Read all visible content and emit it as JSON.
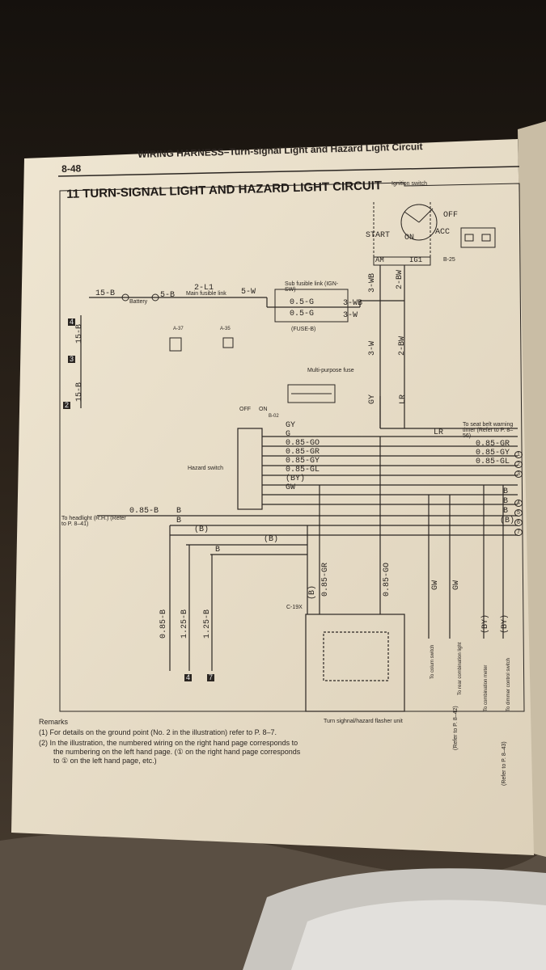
{
  "header": {
    "page_number": "8-48",
    "running_title": "WIRING HARNESS–Turn-signal Light and Hazard Light Circuit",
    "diagram_title": "11 TURN-SIGNAL LIGHT AND HAZARD LIGHT CIRCUIT"
  },
  "components": {
    "ignition_switch": "Ignition switch",
    "ign_off": "OFF",
    "ign_acc": "ACC",
    "ign_start": "START",
    "ign_on": "ON",
    "ign_am": "AM",
    "ign_ig1": "IG1",
    "connector_b25": "B-25",
    "battery": "Battery",
    "main_fusible_link": "Main fusible link",
    "sub_fusible_link": "Sub fusible link (IGN-SW)",
    "fuse_b": "(FUSE-B)",
    "multi_purpose_fuse": "Multi-purpose fuse",
    "connector_a37": "A-37",
    "connector_a35": "A-35",
    "connector_b02": "B-02",
    "hazard_switch": "Hazard switch",
    "hazard_off": "OFF",
    "hazard_on": "ON",
    "connector_c19x": "C-19X",
    "flasher_unit": "Turn sighnal/hazard flasher unit"
  },
  "wires": {
    "w_15b_a": "15-B",
    "w_15b_b": "15-B",
    "w_15b_c": "15-B",
    "w_5b": "5-B",
    "w_2l1": "2-L1",
    "w_5w": "5-W",
    "w_05g_1": "0.5-G",
    "w_05g_2": "0.5-G",
    "w_3wb_h": "3-WB",
    "w_3w_h": "3-W",
    "w_3wb_v": "3-WB",
    "w_2bw_v1": "2-BW",
    "w_2bw_v2": "2-BW",
    "w_3w_v": "3-W",
    "w_gy_v": "GY",
    "w_lr_v": "LR",
    "w_lr_h": "LR",
    "w_gy_sw": "GY",
    "w_g_sw": "G",
    "w_085go": "0.85-GO",
    "w_085gr": "0.85-GR",
    "w_085gy": "0.85-GY",
    "w_085gl": "0.85-GL",
    "w_by_sw": "(BY)",
    "w_gw_sw": "GW",
    "w_085gr_r": "0.85-GR",
    "w_085gy_r": "0.85-GY",
    "w_085gl_r": "0.85-GL",
    "w_b_r1": "B",
    "w_b_r2": "B",
    "w_b_r3": "B",
    "w_b_r4": "(B)",
    "w_085b_h": "0.85-B",
    "w_b_h1": "B",
    "w_b_h2": "B",
    "w_b_p1": "(B)",
    "w_b_p2": "B",
    "w_b_p3": "(B)",
    "w_085b_v": "0.85-B",
    "w_125b_v1": "1.25-B",
    "w_125b_v2": "1.25-B",
    "w_b_fl": "(B)",
    "w_085gr_fl": "0.85-GR",
    "w_085go_fl": "0.85-GO",
    "w_gw_1": "GW",
    "w_gw_2": "GW",
    "w_by_1": "(BY)",
    "w_by_2": "(BY)"
  },
  "grounds": [
    "4",
    "3",
    "2",
    "4",
    "7"
  ],
  "circle_numbers": [
    "1",
    "2",
    "3",
    "4",
    "5",
    "6",
    "7"
  ],
  "destinations": {
    "seat_belt": "To seat belt warning timer (Refer to P. 8–56)",
    "headlight": "To headlight (R.H.) (Refer to P. 8–41)",
    "column_switch": "To colum switch",
    "rear_combination": "To rear combination light",
    "combination_meter": "To combination meter",
    "dimmer_switch": "To dimmer control switch",
    "refer_842": "(Refer to P. 8–42)",
    "refer_843": "(Refer to P. 8–43)"
  },
  "remarks": {
    "title": "Remarks",
    "item1": "(1)  For details on the ground point (No. 2 in the illustration) refer to P. 8–7.",
    "item2": "(2)  In the illustration, the numbered wiring on the right hand page corresponds to the numbering on the left hand page. (① on the right hand page corresponds to ① on the left hand page, etc.)"
  },
  "colors": {
    "background": "#1c1712",
    "paper": "#e7ddc9",
    "ink": "#2b2622",
    "fabric": "#3a3026"
  }
}
